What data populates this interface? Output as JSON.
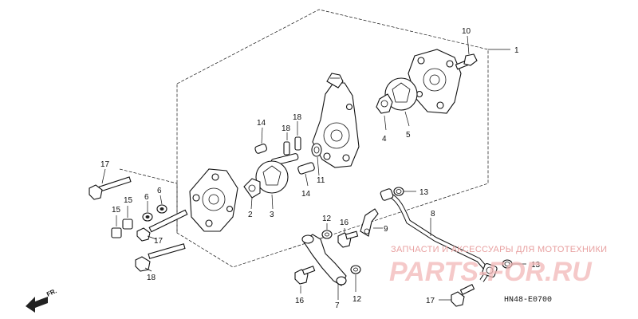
{
  "diagram": {
    "callouts": [
      "1",
      "2",
      "3",
      "4",
      "5",
      "6",
      "6",
      "7",
      "8",
      "9",
      "10",
      "11",
      "12",
      "12",
      "13",
      "13",
      "14",
      "14",
      "15",
      "15",
      "16",
      "16",
      "17",
      "17",
      "17",
      "18",
      "18"
    ],
    "drawing_code": "HN48-E0700",
    "direction_mark": "FR."
  },
  "watermark": {
    "line1": "ЗАПЧАСТИ И АКСЕССУАРЫ ДЛЯ МОТОТЕХНИКИ",
    "line2": "PARTS-FOR.RU"
  },
  "colors": {
    "ink": "#111111",
    "watermark": "#e8a0a0"
  }
}
